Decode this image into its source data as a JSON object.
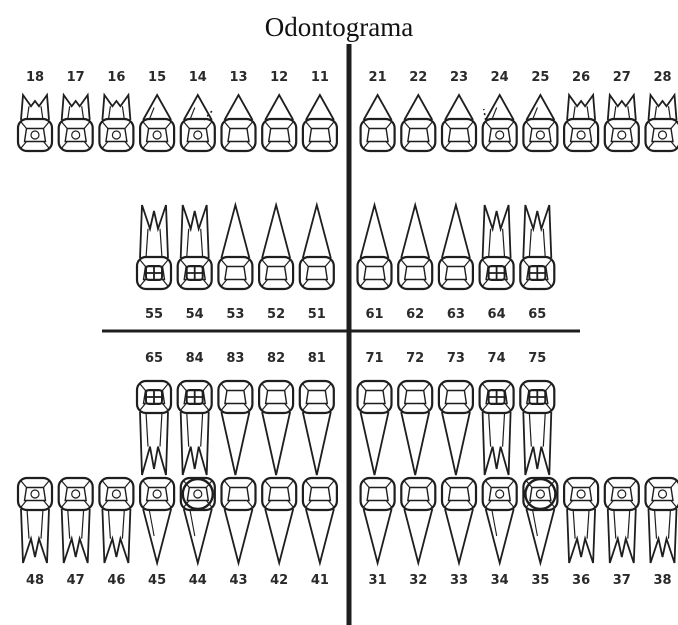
{
  "title": "Odontograma",
  "colors": {
    "ink": "#1e1e1e",
    "background": "#ffffff"
  },
  "rows": [
    {
      "id": "permanent-upper",
      "kind": "molar-upper",
      "teeth": [
        {
          "number": "18",
          "type": "molar"
        },
        {
          "number": "17",
          "type": "molar"
        },
        {
          "number": "16",
          "type": "molar"
        },
        {
          "number": "15",
          "type": "premolar"
        },
        {
          "number": "14",
          "type": "premolar",
          "dotted_root": true
        },
        {
          "number": "13",
          "type": "canine"
        },
        {
          "number": "12",
          "type": "incisor"
        },
        {
          "number": "11",
          "type": "incisor"
        },
        {
          "number": "21",
          "type": "incisor"
        },
        {
          "number": "22",
          "type": "incisor"
        },
        {
          "number": "23",
          "type": "canine"
        },
        {
          "number": "24",
          "type": "premolar",
          "dotted_root": true
        },
        {
          "number": "25",
          "type": "premolar"
        },
        {
          "number": "26",
          "type": "molar"
        },
        {
          "number": "27",
          "type": "molar"
        },
        {
          "number": "28",
          "type": "molar"
        }
      ]
    },
    {
      "id": "primary-upper",
      "kind": "primary-upper",
      "teeth": [
        {
          "number": "55",
          "type": "molar"
        },
        {
          "number": "54",
          "type": "molar"
        },
        {
          "number": "53",
          "type": "canine"
        },
        {
          "number": "52",
          "type": "incisor"
        },
        {
          "number": "51",
          "type": "incisor"
        },
        {
          "number": "61",
          "type": "incisor"
        },
        {
          "number": "62",
          "type": "incisor"
        },
        {
          "number": "63",
          "type": "canine"
        },
        {
          "number": "64",
          "type": "molar"
        },
        {
          "number": "65",
          "type": "molar"
        }
      ]
    },
    {
      "id": "primary-lower",
      "kind": "primary-lower",
      "teeth": [
        {
          "number": "65",
          "type": "molar"
        },
        {
          "number": "84",
          "type": "molar"
        },
        {
          "number": "83",
          "type": "canine"
        },
        {
          "number": "82",
          "type": "incisor"
        },
        {
          "number": "81",
          "type": "incisor"
        },
        {
          "number": "71",
          "type": "incisor"
        },
        {
          "number": "72",
          "type": "incisor"
        },
        {
          "number": "73",
          "type": "canine"
        },
        {
          "number": "74",
          "type": "molar"
        },
        {
          "number": "75",
          "type": "molar"
        }
      ]
    },
    {
      "id": "permanent-lower",
      "kind": "permanent-lower",
      "teeth": [
        {
          "number": "48",
          "type": "molar"
        },
        {
          "number": "47",
          "type": "molar"
        },
        {
          "number": "46",
          "type": "molar"
        },
        {
          "number": "45",
          "type": "premolar"
        },
        {
          "number": "44",
          "type": "premolar",
          "marked": true
        },
        {
          "number": "43",
          "type": "canine"
        },
        {
          "number": "42",
          "type": "incisor"
        },
        {
          "number": "41",
          "type": "incisor"
        },
        {
          "number": "31",
          "type": "incisor"
        },
        {
          "number": "32",
          "type": "incisor"
        },
        {
          "number": "33",
          "type": "canine"
        },
        {
          "number": "34",
          "type": "premolar"
        },
        {
          "number": "35",
          "type": "premolar",
          "marked": true
        },
        {
          "number": "36",
          "type": "molar"
        },
        {
          "number": "37",
          "type": "molar"
        },
        {
          "number": "38",
          "type": "molar"
        }
      ]
    }
  ]
}
